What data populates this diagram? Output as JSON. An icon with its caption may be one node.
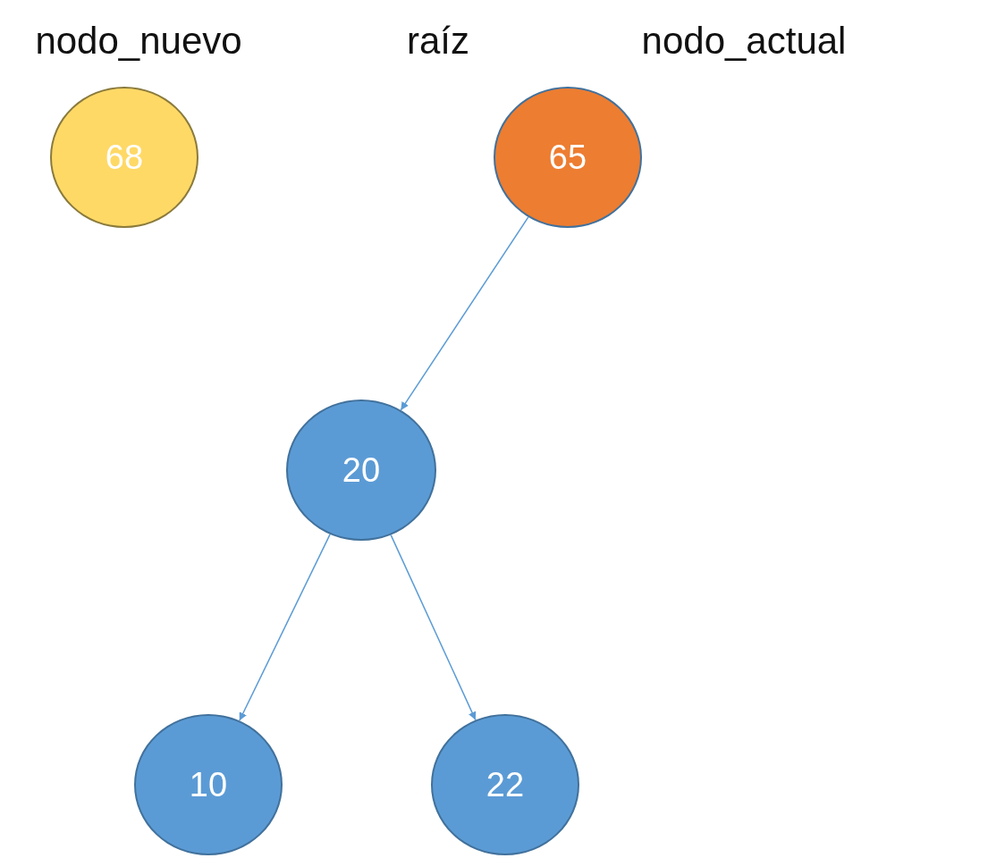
{
  "diagram": {
    "nodes": [
      {
        "text": [
          "68"
        ]
      },
      {
        "text": [
          "65"
        ]
      },
      {
        "text": [
          "20"
        ]
      },
      {
        "text": [
          "10"
        ]
      },
      {
        "text": [
          "22"
        ]
      }
    ],
    "edges": [
      {
        "from": 1,
        "to": 2,
        "arrow": "to"
      },
      {
        "from": 2,
        "to": 3,
        "arrow": "to"
      },
      {
        "from": 2,
        "to": 4,
        "arrow": "to"
      }
    ],
    "labels": [
      "nodo_nuevo",
      "raíz",
      "nodo_actual"
    ]
  }
}
